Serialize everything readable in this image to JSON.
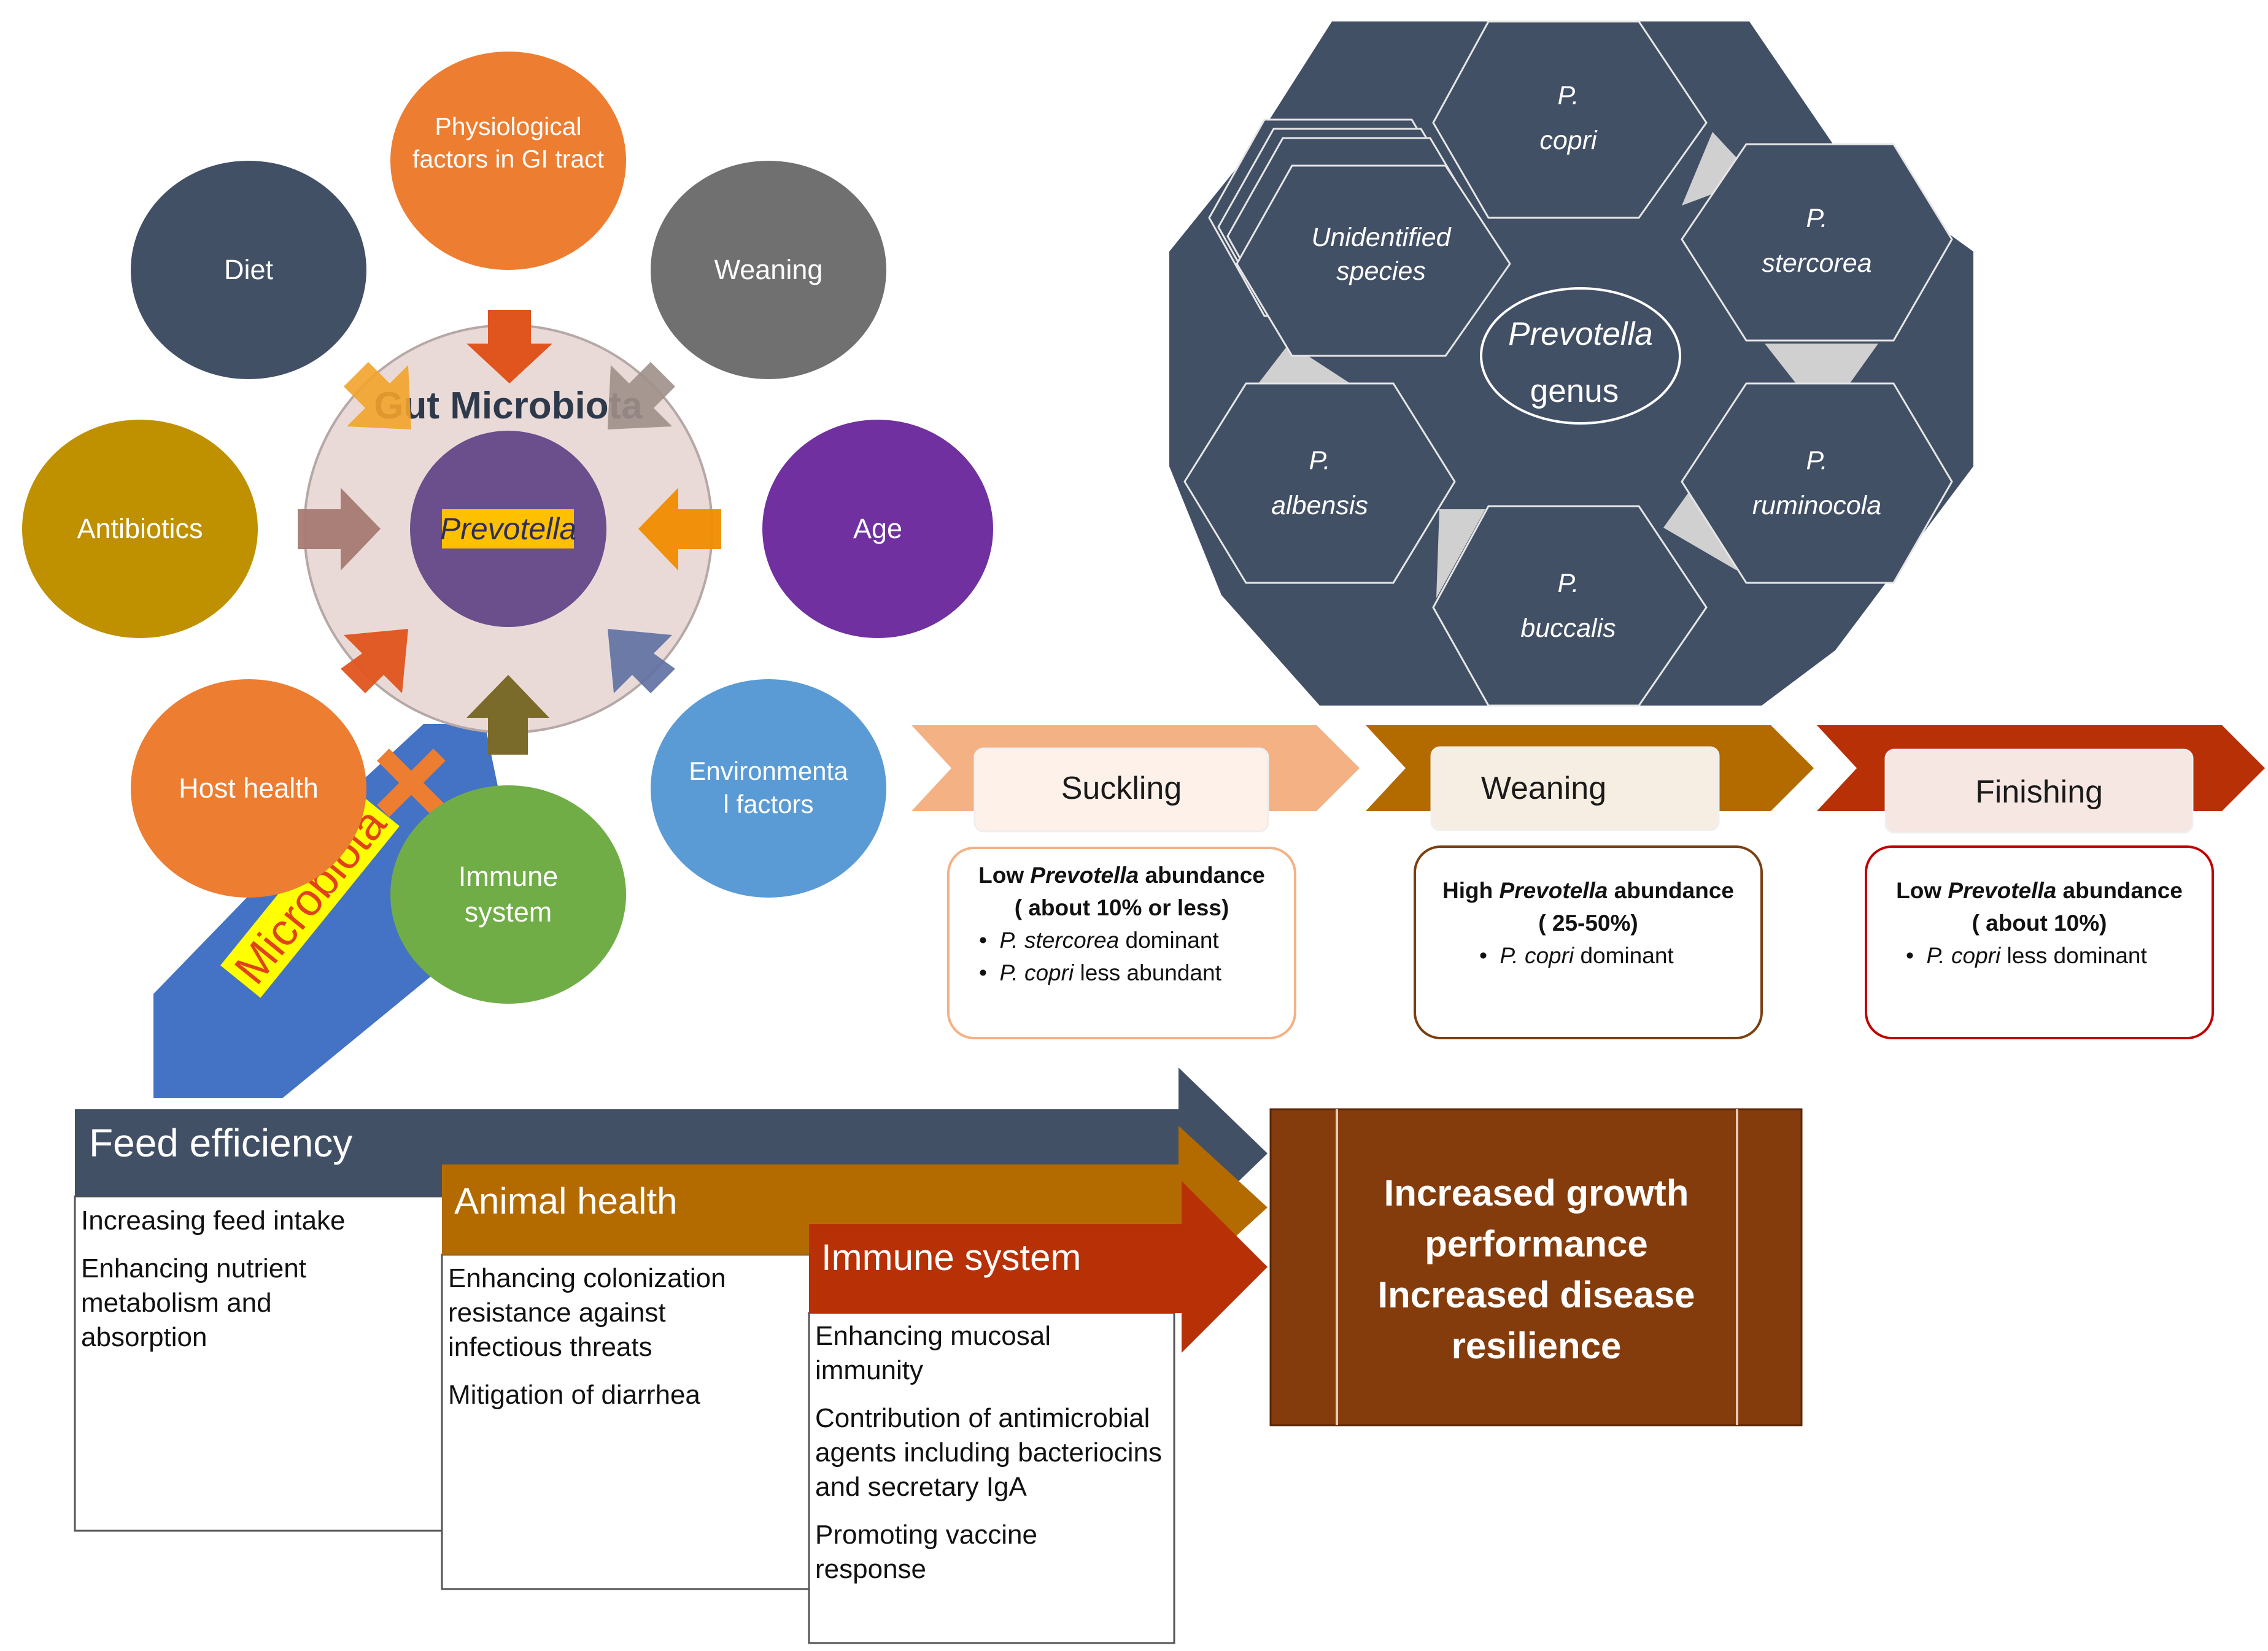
{
  "factors": {
    "physiological": "Physiological factors in GI tract",
    "diet": "Diet",
    "weaning": "Weaning",
    "antibiotics": "Antibiotics",
    "age": "Age",
    "host_health": "Host health",
    "immune_system": "Immune system",
    "environmental": "Environmental factors"
  },
  "gut": {
    "title": "Gut Microbiota",
    "center": "Prevotella"
  },
  "microbiota_arrow_label": "Microbiota",
  "genus": {
    "center_line1": "Prevotella",
    "center_line2": "genus",
    "species": [
      {
        "abbr": "P.",
        "name": "copri"
      },
      {
        "abbr": "P.",
        "name": "stercorea"
      },
      {
        "abbr": "P.",
        "name": "ruminocola"
      },
      {
        "abbr": "P.",
        "name": "buccalis"
      },
      {
        "abbr": "P.",
        "name": "albensis"
      },
      {
        "abbr": "",
        "name": "Unidentified species"
      }
    ]
  },
  "stages": [
    {
      "name": "Suckling",
      "abundance_pre": "Low ",
      "abundance_genus": "Prevotella",
      "abundance_post": " abundance",
      "range": "( about 10% or less)",
      "bullets": [
        {
          "species": "P. stercorea",
          "text": " dominant"
        },
        {
          "species": "P. copri",
          "text": " less abundant"
        }
      ]
    },
    {
      "name": "Weaning",
      "abundance_pre": "High ",
      "abundance_genus": "Prevotella",
      "abundance_post": " abundance",
      "range": "( 25-50%)",
      "bullets": [
        {
          "species": "P. copri",
          "text": " dominant"
        }
      ]
    },
    {
      "name": "Finishing",
      "abundance_pre": "Low ",
      "abundance_genus": "Prevotella",
      "abundance_post": " abundance",
      "range": "( about 10%)",
      "bullets": [
        {
          "species": "P. copri",
          "text": " less dominant"
        }
      ]
    }
  ],
  "benefits": [
    {
      "title": "Feed efficiency",
      "items": [
        "Increasing feed intake",
        "Enhancing nutrient metabolism and absorption"
      ]
    },
    {
      "title": "Animal health",
      "items": [
        "Enhancing colonization resistance against infectious threats",
        "Mitigation of diarrhea"
      ]
    },
    {
      "title": "Immune system",
      "items": [
        "Enhancing mucosal immunity",
        "Contribution of antimicrobial agents including bacteriocins and secretary IgA",
        "Promoting vaccine response"
      ]
    }
  ],
  "outcome": {
    "lines": [
      "Increased growth",
      "performance",
      "Increased disease",
      "resilience"
    ]
  },
  "colors": {
    "dark_slate": "#425066",
    "orange": "#ED7D31",
    "gray": "#707070",
    "gold": "#BF9000",
    "purple": "#7030A0",
    "blue": "#5B9BD5",
    "green": "#70AD47",
    "brown": "#843C0C",
    "amber": "#B36B00",
    "red": "#B83006",
    "peach": "#F4B183"
  }
}
